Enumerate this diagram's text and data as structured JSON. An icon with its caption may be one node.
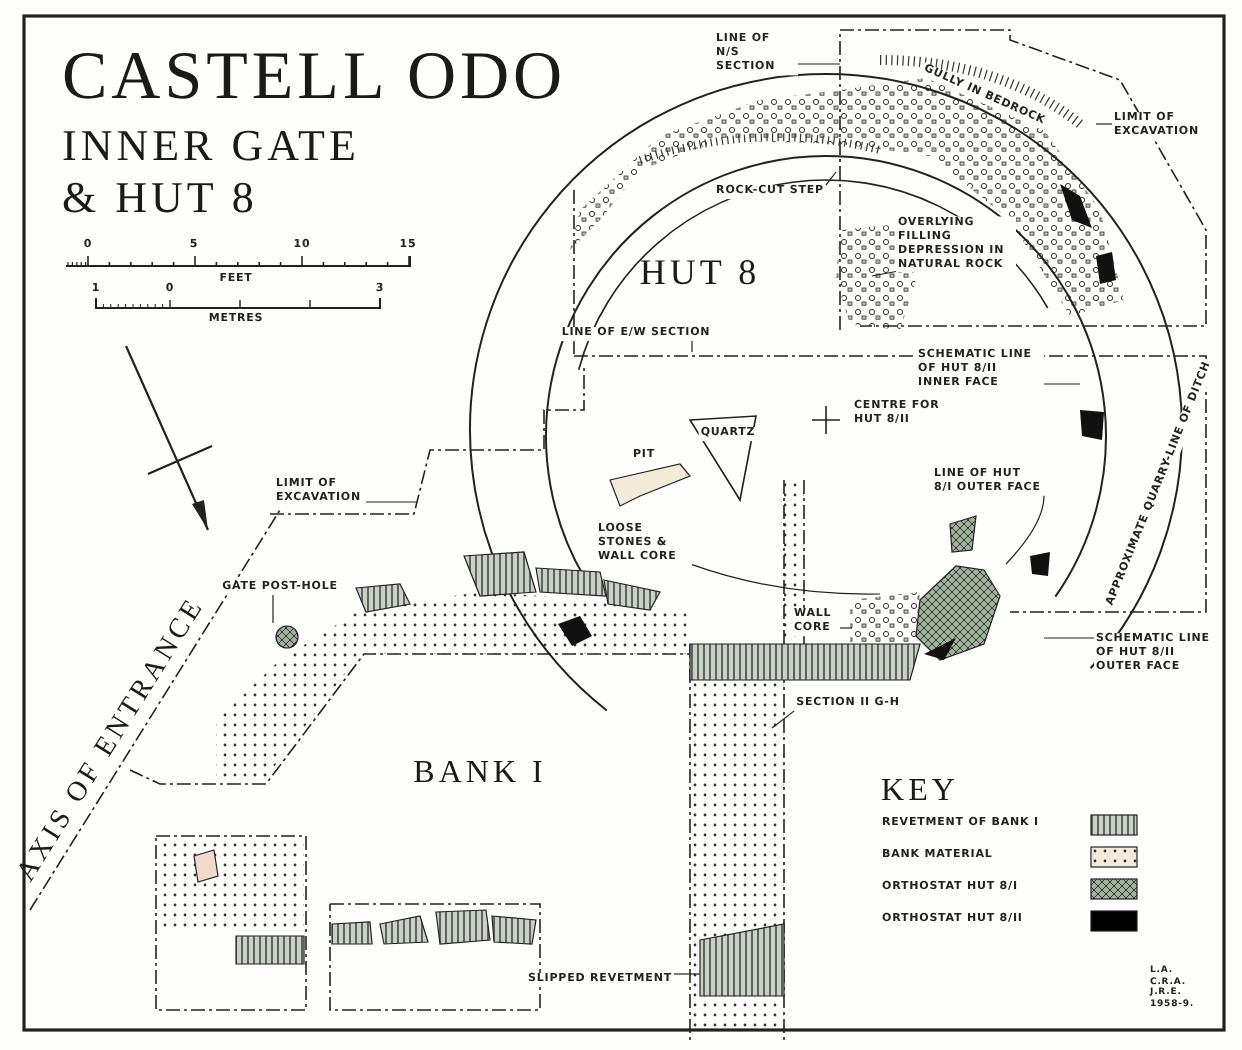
{
  "diagram": {
    "title": "CASTELL ODO",
    "nodes": [
      {
        "text": [
          "LINE OF N/S SECTION"
        ]
      },
      {
        "text": [
          "LIMIT OF EXCAVATION"
        ]
      },
      {
        "text": [
          "ROCK-CUT STEP"
        ]
      },
      {
        "text": [
          "OVERLYING FILLING DEPRESSION IN NATURAL ROCK"
        ]
      },
      {
        "text": [
          "LINE OF E/W SECTION"
        ]
      },
      {
        "text": [
          "SCHEMATIC LINE OF HUT 8/II INNER FACE"
        ]
      },
      {
        "text": [
          "LOOSE STONES & WALL CORE"
        ]
      },
      {
        "text": [
          "WALL CORE"
        ]
      },
      {
        "text": [
          "LINE OF HUT 8/I OUTER FACE"
        ]
      },
      {
        "text": [
          "SCHEMATIC LINE OF HUT 8/II OUTER FACE"
        ]
      },
      {
        "text": [
          "SECTION II G-H"
        ]
      },
      {
        "text": [
          "LIMIT OF EXCAVATION"
        ]
      },
      {
        "text": [
          "GATE POST-HOLE"
        ]
      },
      {
        "text": [
          "SLIPPED REVETMENT"
        ]
      },
      {
        "text": [],
        "shape": "circle"
      }
    ],
    "edges": [
      {
        "from": 0,
        "to": null,
        "arrow": "none"
      },
      {
        "from": 1,
        "to": null,
        "arrow": "none"
      },
      {
        "from": 2,
        "to": null,
        "arrow": "none"
      },
      {
        "from": 3,
        "to": null,
        "arrow": "none"
      },
      {
        "from": 4,
        "to": null,
        "arrow": "none"
      },
      {
        "from": 5,
        "to": null,
        "arrow": "none"
      },
      {
        "from": 6,
        "to": null,
        "arrow": "none"
      },
      {
        "from": 7,
        "to": null,
        "arrow": "none"
      },
      {
        "from": 8,
        "to": null,
        "arrow": "none"
      },
      {
        "from": 9,
        "to": null,
        "arrow": "none"
      },
      {
        "from": 10,
        "to": null,
        "arrow": "none"
      },
      {
        "from": 11,
        "to": null,
        "arrow": "none"
      },
      {
        "from": 12,
        "to": 14,
        "arrow": "none"
      },
      {
        "from": 13,
        "to": null,
        "arrow": "none"
      }
    ],
    "labels": [
      "INNER GATE & HUT 8",
      "0",
      "5",
      "10",
      "15",
      "FEET",
      "1",
      "0",
      "3",
      "METRES",
      "HUT 8",
      "GULLY IN BEDROCK",
      "CENTRE FOR HUT 8/II",
      "QUARTZ",
      "PIT",
      "APPROXIMATE QUARRY-LINE OF DITCH",
      "AXIS OF ENTRANCE",
      "BANK I",
      "KEY",
      "L.A. C.R.A. J.R.E. 1958-9."
    ],
    "legend": [
      {
        "text": "REVETMENT OF BANK I"
      },
      {
        "text": "BANK MATERIAL"
      },
      {
        "text": "ORTHOSTAT HUT 8/I"
      },
      {
        "text": "ORTHOSTAT HUT 8/II",
        "color": "#000000"
      }
    ]
  }
}
